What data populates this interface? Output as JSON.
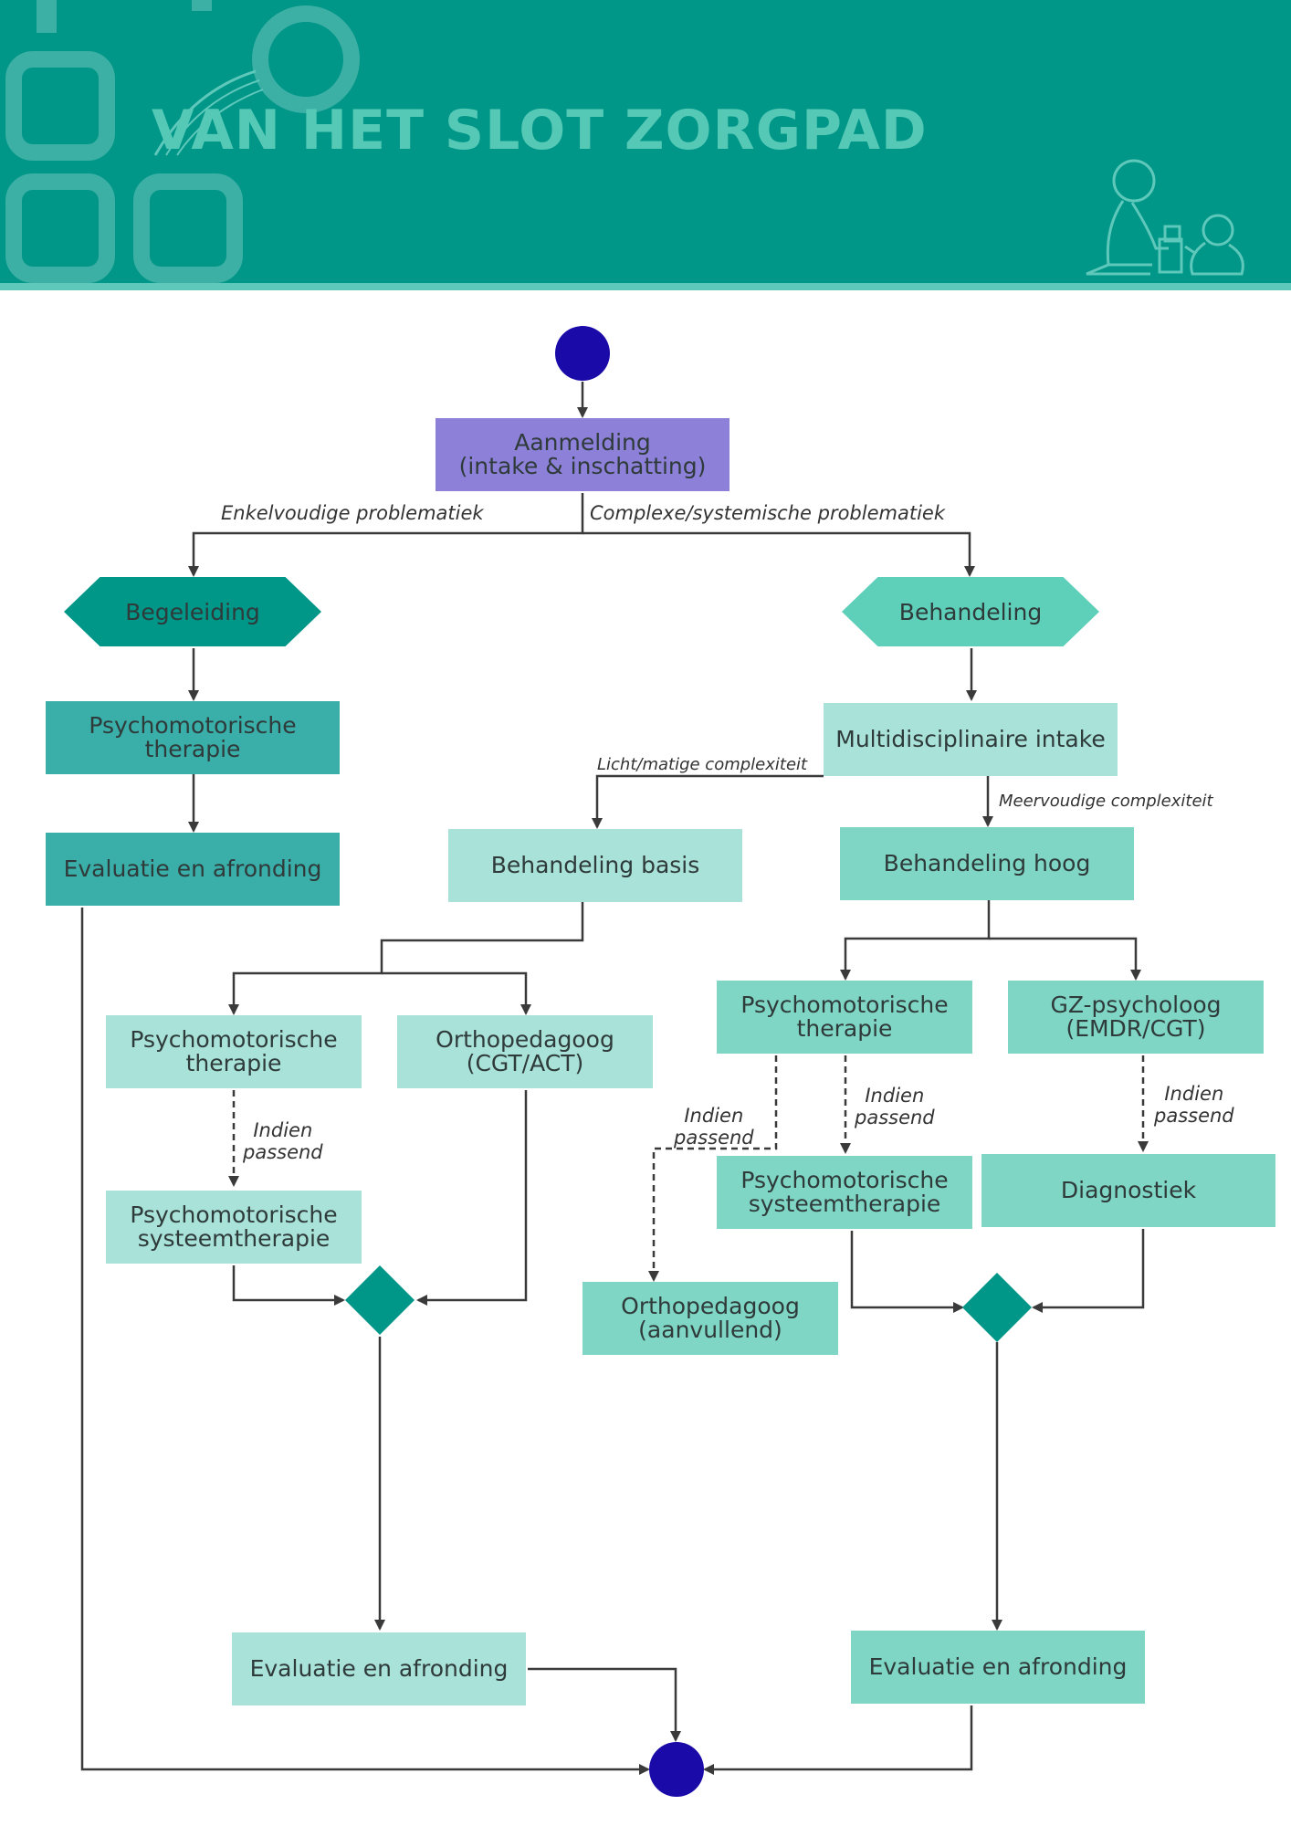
{
  "header": {
    "title": "VAN HET SLOT ZORGPAD"
  },
  "colors": {
    "header_bg": "#009688",
    "start_end_node": "#1a0aa8",
    "intake_node": "#8c80d8",
    "dark_teal": "#3aaea8",
    "mid_teal": "#7fd6c4",
    "light_teal": "#a8e2d8",
    "decision": "#009688"
  },
  "icons": {
    "header": "parent-child-play-icon"
  },
  "flow": {
    "aanmelding": "Aanmelding\n(intake & inschatting)",
    "edge_enkelvoudig": "Enkelvoudige problematiek",
    "edge_complex": "Complexe/systemische problematiek",
    "begeleiding": "Begeleiding",
    "behandeling": "Behandeling",
    "pmt_left": "Psychomotorische\ntherapie",
    "evaluatie_left": "Evaluatie en afronding",
    "multi_intake": "Multidisciplinaire intake",
    "edge_licht": "Licht/matige complexiteit",
    "edge_meervoudig": "Meervoudige complexiteit",
    "behandeling_basis": "Behandeling basis",
    "behandeling_hoog": "Behandeling hoog",
    "basis_pmt": "Psychomotorische\ntherapie",
    "basis_ortho": "Orthopedagoog\n(CGT/ACT)",
    "basis_indien": "Indien\npassend",
    "basis_pmst": "Psychomotorische\nsysteemtherapie",
    "basis_evaluatie": "Evaluatie en afronding",
    "hoog_pmt": "Psychomotorische\ntherapie",
    "hoog_gz": "GZ-psycholoog\n(EMDR/CGT)",
    "hoog_indien_1": "Indien\npassend",
    "hoog_indien_2": "Indien\npassend",
    "hoog_indien_3": "Indien\npassend",
    "hoog_pmst": "Psychomotorische\nsysteemtherapie",
    "hoog_diagnostiek": "Diagnostiek",
    "hoog_ortho": "Orthopedagoog\n(aanvullend)",
    "hoog_evaluatie": "Evaluatie en afronding"
  }
}
